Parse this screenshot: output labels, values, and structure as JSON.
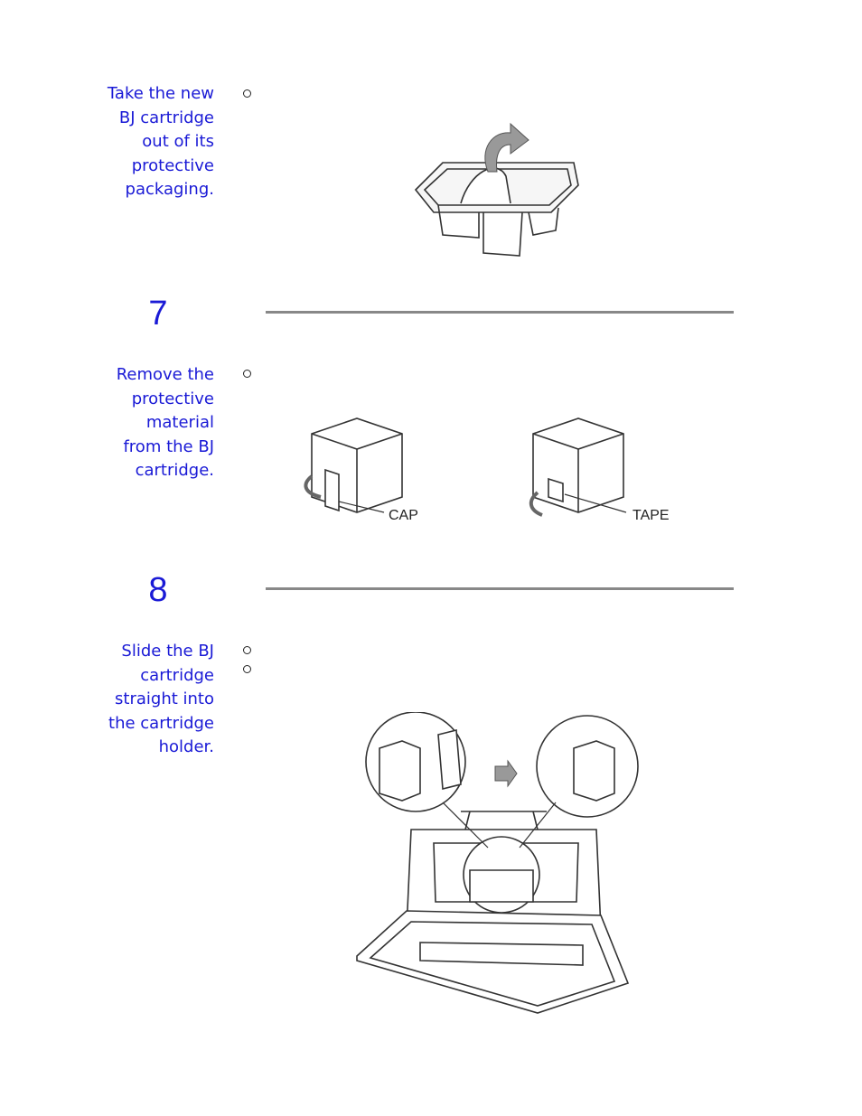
{
  "sections": [
    {
      "side_text": [
        "Take the new",
        "BJ cartridge",
        "out of its",
        "protective",
        "packaging."
      ]
    },
    {
      "step_number": "7",
      "side_text": [
        "Remove the",
        "protective",
        "material",
        "from the BJ",
        "cartridge."
      ],
      "illustration_labels": {
        "cap": "CAP",
        "tape": "TAPE"
      }
    },
    {
      "step_number": "8",
      "side_text": [
        "Slide the BJ",
        "cartridge",
        "straight into",
        "the cartridge",
        "holder."
      ]
    }
  ]
}
